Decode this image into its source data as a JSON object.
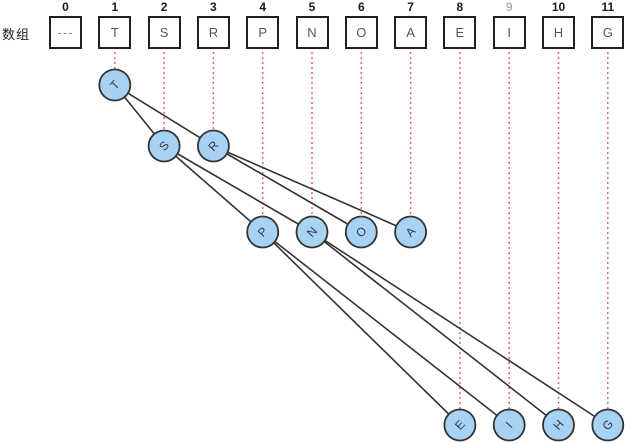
{
  "array_label": "数组",
  "array": {
    "indices": [
      {
        "label": "0",
        "muted": false
      },
      {
        "label": "1",
        "muted": false
      },
      {
        "label": "2",
        "muted": false
      },
      {
        "label": "3",
        "muted": false
      },
      {
        "label": "4",
        "muted": false
      },
      {
        "label": "5",
        "muted": false
      },
      {
        "label": "6",
        "muted": false
      },
      {
        "label": "7",
        "muted": false
      },
      {
        "label": "8",
        "muted": false
      },
      {
        "label": "9",
        "muted": true
      },
      {
        "label": "10",
        "muted": false
      },
      {
        "label": "11",
        "muted": false
      }
    ],
    "cells": [
      "---",
      "T",
      "S",
      "R",
      "P",
      "N",
      "O",
      "A",
      "E",
      "I",
      "H",
      "G"
    ]
  },
  "tree": {
    "nodes": [
      {
        "label": "T",
        "index": 1,
        "level": 0
      },
      {
        "label": "S",
        "index": 2,
        "level": 1
      },
      {
        "label": "R",
        "index": 3,
        "level": 1
      },
      {
        "label": "P",
        "index": 4,
        "level": 2
      },
      {
        "label": "N",
        "index": 5,
        "level": 2
      },
      {
        "label": "O",
        "index": 6,
        "level": 2
      },
      {
        "label": "A",
        "index": 7,
        "level": 2
      },
      {
        "label": "E",
        "index": 8,
        "level": 3
      },
      {
        "label": "I",
        "index": 9,
        "level": 3
      },
      {
        "label": "H",
        "index": 10,
        "level": 3
      },
      {
        "label": "G",
        "index": 11,
        "level": 3
      }
    ],
    "edges": [
      [
        "T",
        "S"
      ],
      [
        "T",
        "R"
      ],
      [
        "S",
        "P"
      ],
      [
        "S",
        "N"
      ],
      [
        "R",
        "O"
      ],
      [
        "R",
        "A"
      ],
      [
        "P",
        "E"
      ],
      [
        "P",
        "I"
      ],
      [
        "N",
        "H"
      ],
      [
        "N",
        "G"
      ]
    ]
  },
  "colors": {
    "node_fill": "#a8d2f4",
    "node_stroke": "#333333",
    "node_text": "#2f3b4c",
    "edge": "#333333",
    "guide": "#dd6a6a",
    "cell_border": "#1f1f1f",
    "index_text": "#1a1a1a",
    "index_muted": "#999999",
    "cell_text": "#555555"
  }
}
